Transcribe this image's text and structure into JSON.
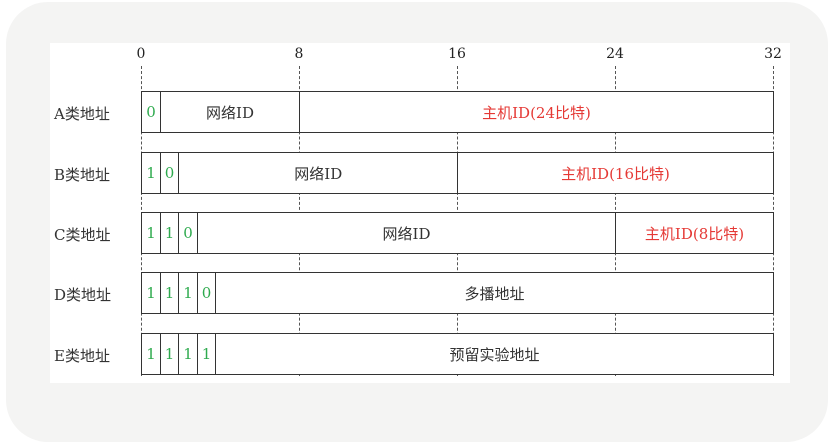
{
  "ticks": [
    "0",
    "8",
    "16",
    "24",
    "32"
  ],
  "rows": [
    {
      "label": "A类地址",
      "bits": [
        "0"
      ],
      "net": "网络ID",
      "host": "主机ID(24比特)"
    },
    {
      "label": "B类地址",
      "bits": [
        "1",
        "0"
      ],
      "net": "网络ID",
      "host": "主机ID(16比特)"
    },
    {
      "label": "C类地址",
      "bits": [
        "1",
        "1",
        "0"
      ],
      "net": "网络ID",
      "host": "主机ID(8比特)"
    },
    {
      "label": "D类地址",
      "bits": [
        "1",
        "1",
        "1",
        "0"
      ],
      "rest": "多播地址"
    },
    {
      "label": "E类地址",
      "bits": [
        "1",
        "1",
        "1",
        "1"
      ],
      "rest": "预留实验地址"
    }
  ],
  "colors": {
    "bit": "#2eaa4e",
    "host": "#e53935"
  }
}
